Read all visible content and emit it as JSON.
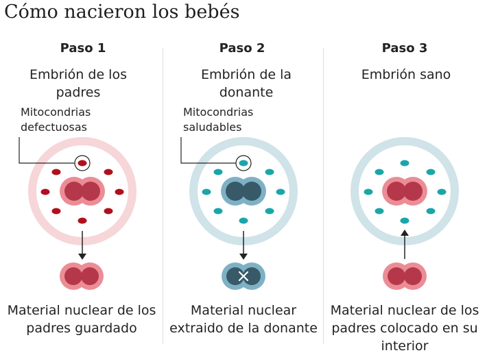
{
  "title": "Cómo nacieron los bebés",
  "steps": [
    {
      "step": "Paso 1",
      "embryo": "Embrión de los padres",
      "mito": "Mitocondrias defectuosas",
      "bottom": "Material nuclear de los padres guardado",
      "ring_color": "#f6d6d8",
      "dot_color": "#b0101e",
      "nucleus_color": "#b5384a",
      "nucleus_halo": "#eb8d96"
    },
    {
      "step": "Paso 2",
      "embryo": "Embrión de la donante",
      "mito": "Mitocondrias saludables",
      "bottom": "Material nuclear extraido de la donante",
      "ring_color": "#cfe3e8",
      "dot_color": "#1aa6a9",
      "nucleus_color": "#375968",
      "nucleus_halo": "#7fb1c5"
    },
    {
      "step": "Paso 3",
      "embryo": "Embrión sano",
      "mito": "",
      "bottom": "Material nuclear de los padres colocado en su interior",
      "ring_color": "#cfe3e8",
      "dot_color": "#1aa6a9",
      "nucleus_color": "#b5384a",
      "nucleus_halo": "#eb8d96"
    }
  ]
}
